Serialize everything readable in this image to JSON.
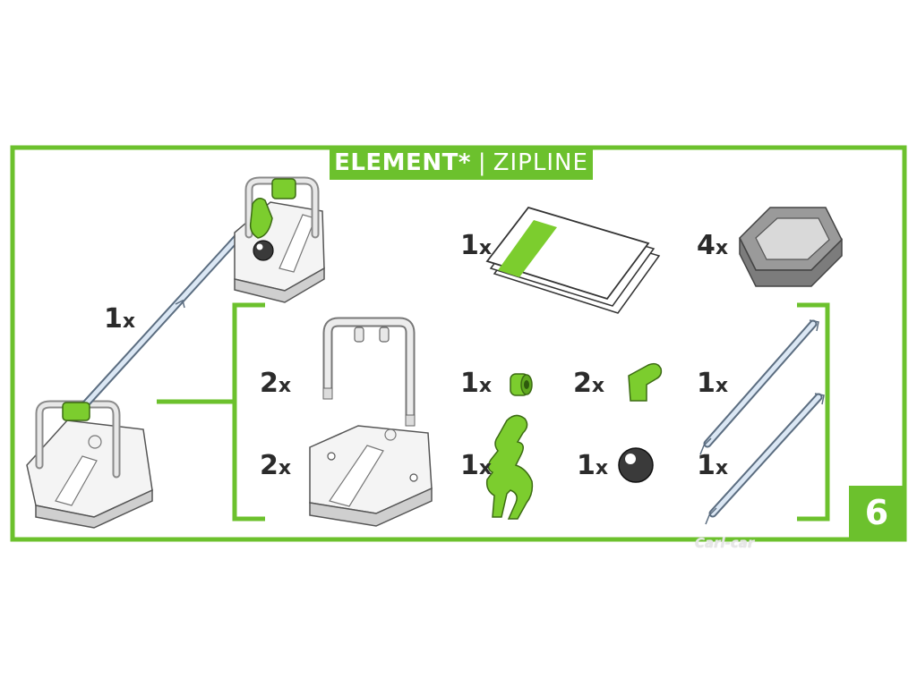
{
  "banner": {
    "title": "ELEMENT",
    "mark": "*",
    "separator": "|",
    "subtitle": "ZIPLINE"
  },
  "step_number": "6",
  "watermark": "Carl-car",
  "colors": {
    "frame_green": "#6cc12d",
    "part_green": "#7ccd2e",
    "text_dark": "#2b2b2b"
  },
  "parts": {
    "zipline_assembly": {
      "qty": "1",
      "unit": "x"
    },
    "sheet": {
      "qty": "1",
      "unit": "x"
    },
    "hex_base": {
      "qty": "4",
      "unit": "x"
    },
    "rail_frame": {
      "qty": "2",
      "unit": "x"
    },
    "tile": {
      "qty": "2",
      "unit": "x"
    },
    "spool": {
      "qty": "1",
      "unit": "x"
    },
    "clip": {
      "qty": "2",
      "unit": "x"
    },
    "hook_arm": {
      "qty": "1",
      "unit": "x"
    },
    "ball": {
      "qty": "1",
      "unit": "x"
    },
    "rope_long": {
      "qty": "1",
      "unit": "x"
    },
    "rope_short": {
      "qty": "1",
      "unit": "x"
    }
  }
}
